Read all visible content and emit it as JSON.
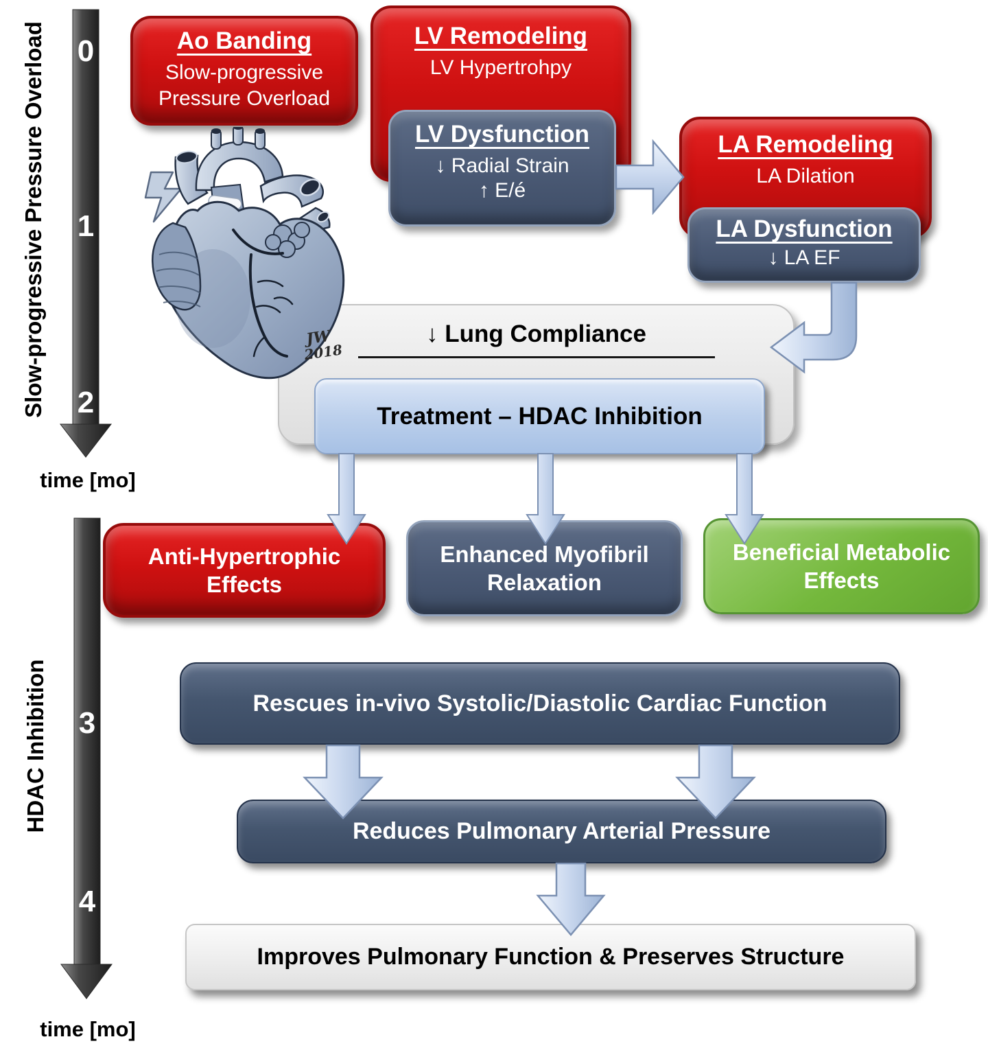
{
  "colors": {
    "red": "#cf1111",
    "slate": "#4c5c77",
    "slate_dark": "#42536c",
    "green": "#74b83c",
    "light_blue": "#bcd0ec",
    "gray_box": "#e9e9e9",
    "arrow_fill": "#c9d8ee",
    "arrow_edge": "#7b90b2",
    "timeline_fill": "#3d3d3d"
  },
  "timelines": {
    "top": {
      "axis_title": "Slow-progressive Pressure Overload",
      "ticks": [
        "0",
        "1",
        "2"
      ],
      "time_label": "time [mo]"
    },
    "bottom": {
      "axis_title": "HDAC Inhibition",
      "ticks": [
        "3",
        "4"
      ],
      "time_label": "time [mo]"
    }
  },
  "boxes": {
    "ao_banding": {
      "title": "Ao Banding",
      "line1": "Slow-progressive",
      "line2": "Pressure Overload"
    },
    "lv_remodeling": {
      "title": "LV Remodeling",
      "line1": "LV Hypertrohpy"
    },
    "lv_dysfunction": {
      "title": "LV Dysfunction",
      "line1": "↓ Radial Strain",
      "line2": "↑ E/é"
    },
    "la_remodeling": {
      "title": "LA Remodeling",
      "line1": "LA Dilation"
    },
    "la_dysfunction": {
      "title": "LA Dysfunction",
      "line1": "↓ LA EF"
    },
    "lung_compliance": {
      "title": "↓ Lung Compliance"
    },
    "treatment": {
      "title": "Treatment – HDAC Inhibition"
    },
    "anti_hypertrophic": {
      "title": "Anti-Hypertrophic Effects"
    },
    "enhanced_myofibril": {
      "title": "Enhanced Myofibril Relaxation"
    },
    "beneficial_metabolic": {
      "title": "Beneficial Metabolic Effects"
    },
    "rescues": {
      "title": "Rescues in-vivo Systolic/Diastolic Cardiac Function"
    },
    "reduces": {
      "title": "Reduces Pulmonary Arterial Pressure"
    },
    "improves": {
      "title": "Improves Pulmonary Function & Preserves Structure"
    }
  },
  "illustration": {
    "signature_line1": "JW",
    "signature_line2": "2018"
  }
}
